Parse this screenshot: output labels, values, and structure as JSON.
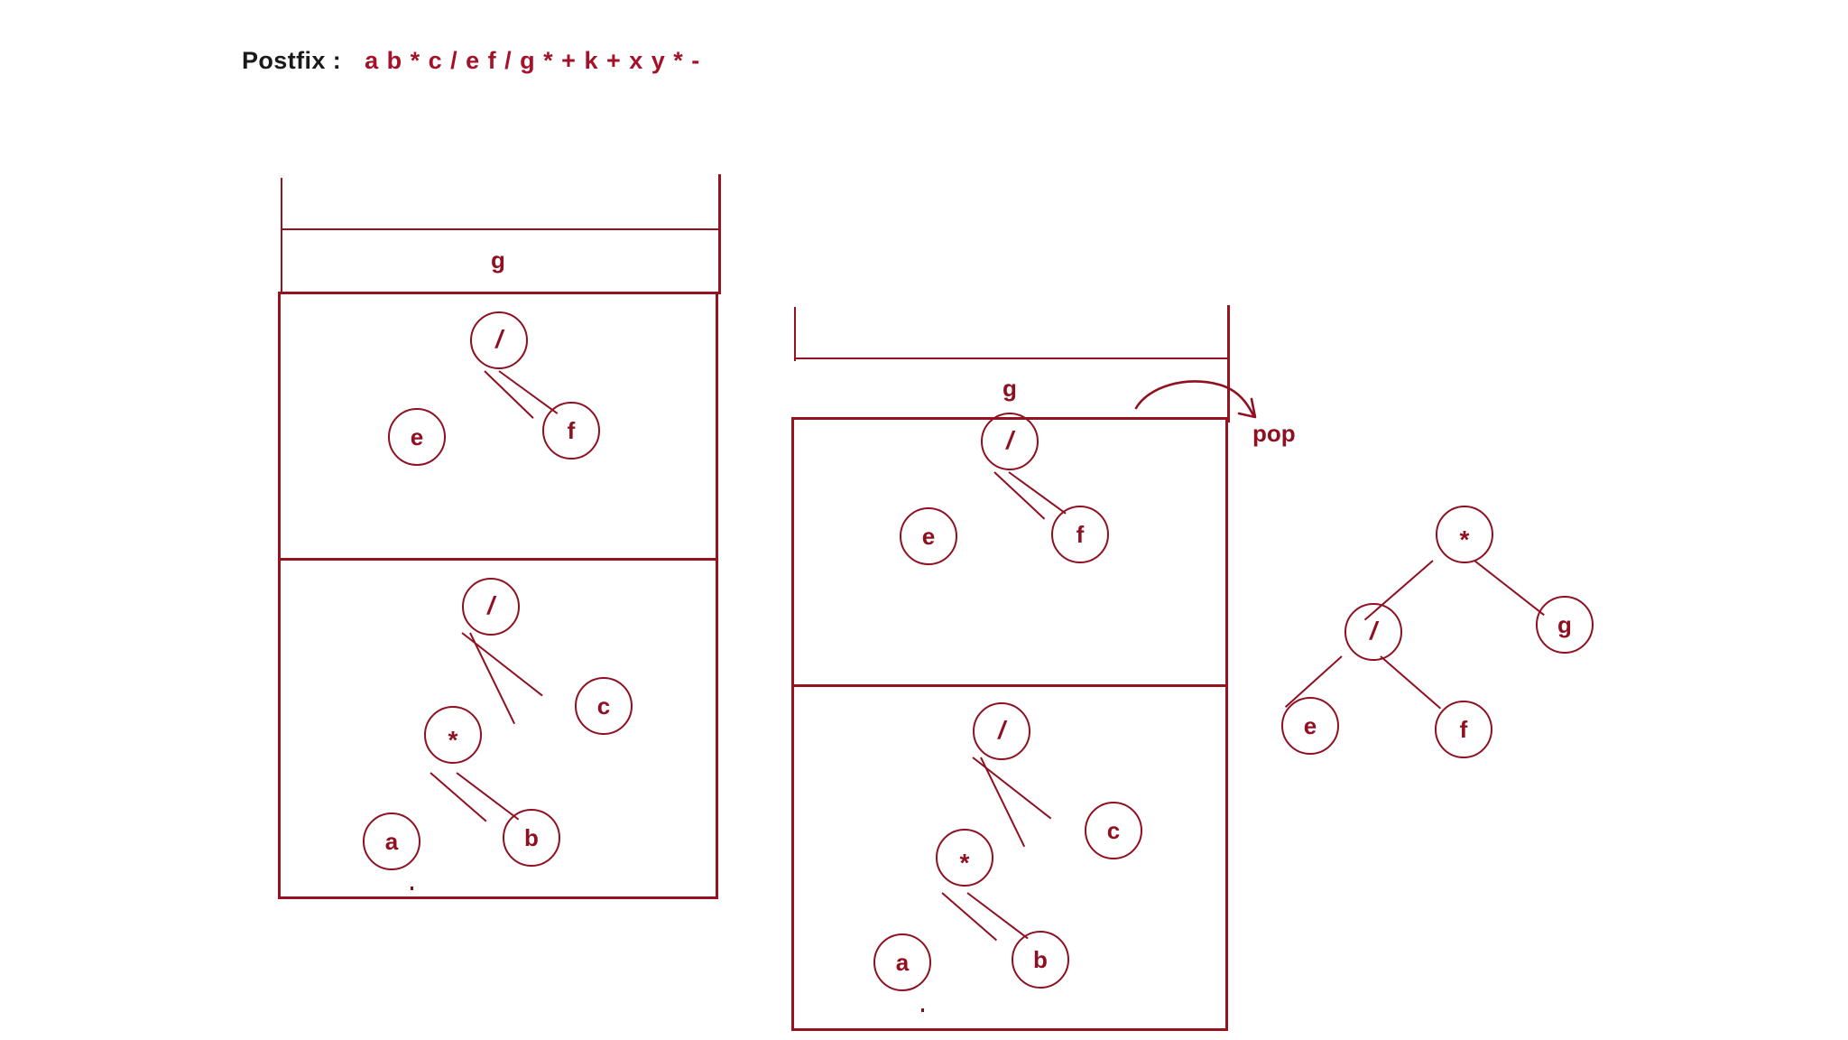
{
  "title": {
    "label": "Postfix :",
    "expression": "a b * c / e f / g * + k + x y * -"
  },
  "colors": {
    "ink": "#8f1020",
    "line": "#96121f",
    "label_dark": "#1a1a1a",
    "background": "#ffffff"
  },
  "annotations": {
    "pop": "pop"
  },
  "stacks": [
    {
      "name": "stack-left",
      "cells": [
        {
          "kind": "empty",
          "label": ""
        },
        {
          "kind": "text",
          "label": "g"
        },
        {
          "kind": "tree",
          "label": "",
          "tree_id": "tree-ef"
        },
        {
          "kind": "tree",
          "label": "",
          "tree_id": "tree-abc"
        }
      ]
    },
    {
      "name": "stack-middle",
      "cells": [
        {
          "kind": "empty",
          "label": ""
        },
        {
          "kind": "text",
          "label": "g"
        },
        {
          "kind": "tree",
          "label": "",
          "tree_id": "tree-ef"
        },
        {
          "kind": "tree",
          "label": "",
          "tree_id": "tree-abc"
        }
      ]
    }
  ],
  "trees": {
    "tree-ef": {
      "name": "divide-e-f-tree",
      "nodes": [
        {
          "id": "r",
          "label": "/"
        },
        {
          "id": "l",
          "label": "e"
        },
        {
          "id": "rr",
          "label": "f"
        }
      ]
    },
    "tree-abc": {
      "name": "divide-times-a-b-c-tree",
      "nodes": [
        {
          "id": "r",
          "label": "/"
        },
        {
          "id": "c",
          "label": "c"
        },
        {
          "id": "m",
          "label": "*"
        },
        {
          "id": "a",
          "label": "a"
        },
        {
          "id": "b",
          "label": "b"
        }
      ]
    },
    "tree-result": {
      "name": "times-divide-ef-g-tree",
      "nodes": [
        {
          "id": "root",
          "label": "*"
        },
        {
          "id": "div",
          "label": "/"
        },
        {
          "id": "g",
          "label": "g"
        },
        {
          "id": "e",
          "label": "e"
        },
        {
          "id": "f",
          "label": "f"
        }
      ]
    }
  }
}
